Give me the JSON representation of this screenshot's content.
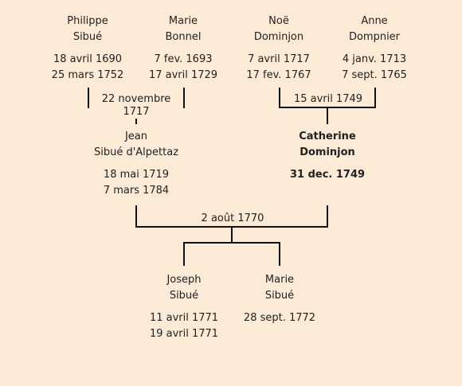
{
  "persons": {
    "philippe": {
      "first": "Philippe",
      "last": "Sibué",
      "birth": "18 avril 1690",
      "death": "25 mars 1752"
    },
    "marie_bonnel": {
      "first": "Marie",
      "last": "Bonnel",
      "birth": "7 fev. 1693",
      "death": "17 avril 1729"
    },
    "noe": {
      "first": "Noë",
      "last": "Dominjon",
      "birth": "7 avril 1717",
      "death": "17 fev. 1767"
    },
    "anne": {
      "first": "Anne",
      "last": "Dompnier",
      "birth": "4 janv. 1713",
      "death": "7 sept. 1765"
    },
    "jean": {
      "first": "Jean",
      "last": "Sibué d'Alpettaz",
      "birth": "18 mai 1719",
      "death": "7 mars 1784"
    },
    "catherine": {
      "first": "Catherine",
      "last": "Dominjon",
      "birth": "31 dec. 1749",
      "death": ""
    },
    "joseph": {
      "first": "Joseph",
      "last": "Sibué",
      "birth": "11 avril 1771",
      "death": "19 avril 1771"
    },
    "marie_sibue": {
      "first": "Marie",
      "last": "Sibué",
      "birth": "28 sept. 1772",
      "death": ""
    }
  },
  "marriages": {
    "philippe_marie": "22 novembre 1717",
    "noe_anne": "15 avril 1749",
    "jean_catherine": "2 août 1770"
  }
}
